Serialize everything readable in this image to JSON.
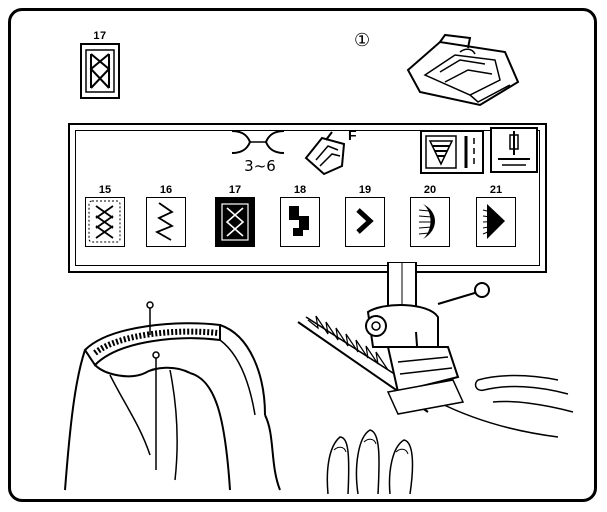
{
  "top_stitch": {
    "number": "17",
    "icon": "triple-zigzag-stitch-icon"
  },
  "step": {
    "marker": "①",
    "icon": "presser-foot-icon"
  },
  "panel": {
    "tension_range": "3~6",
    "tension_icon": "thread-tension-icon",
    "foot_label": "F",
    "foot_icon": "satin-foot-icon",
    "stitch_length_icon": "stitch-length-icon",
    "needle_icon": "needle-position-icon"
  },
  "stitches": [
    {
      "number": "15",
      "icon": "cross-stitch-icon",
      "selected": false
    },
    {
      "number": "16",
      "icon": "zigzag-stitch-icon",
      "selected": false
    },
    {
      "number": "17",
      "icon": "triple-zigzag-stitch-icon",
      "selected": true
    },
    {
      "number": "18",
      "icon": "block-stitch-icon",
      "selected": false
    },
    {
      "number": "19",
      "icon": "arrow-stitch-icon",
      "selected": false
    },
    {
      "number": "20",
      "icon": "crescent-stitch-icon",
      "selected": false
    },
    {
      "number": "21",
      "icon": "triangle-stitch-icon",
      "selected": false
    }
  ],
  "illustrations": {
    "left": "garment-waistband-illustration",
    "right": "sewing-machine-illustration"
  }
}
